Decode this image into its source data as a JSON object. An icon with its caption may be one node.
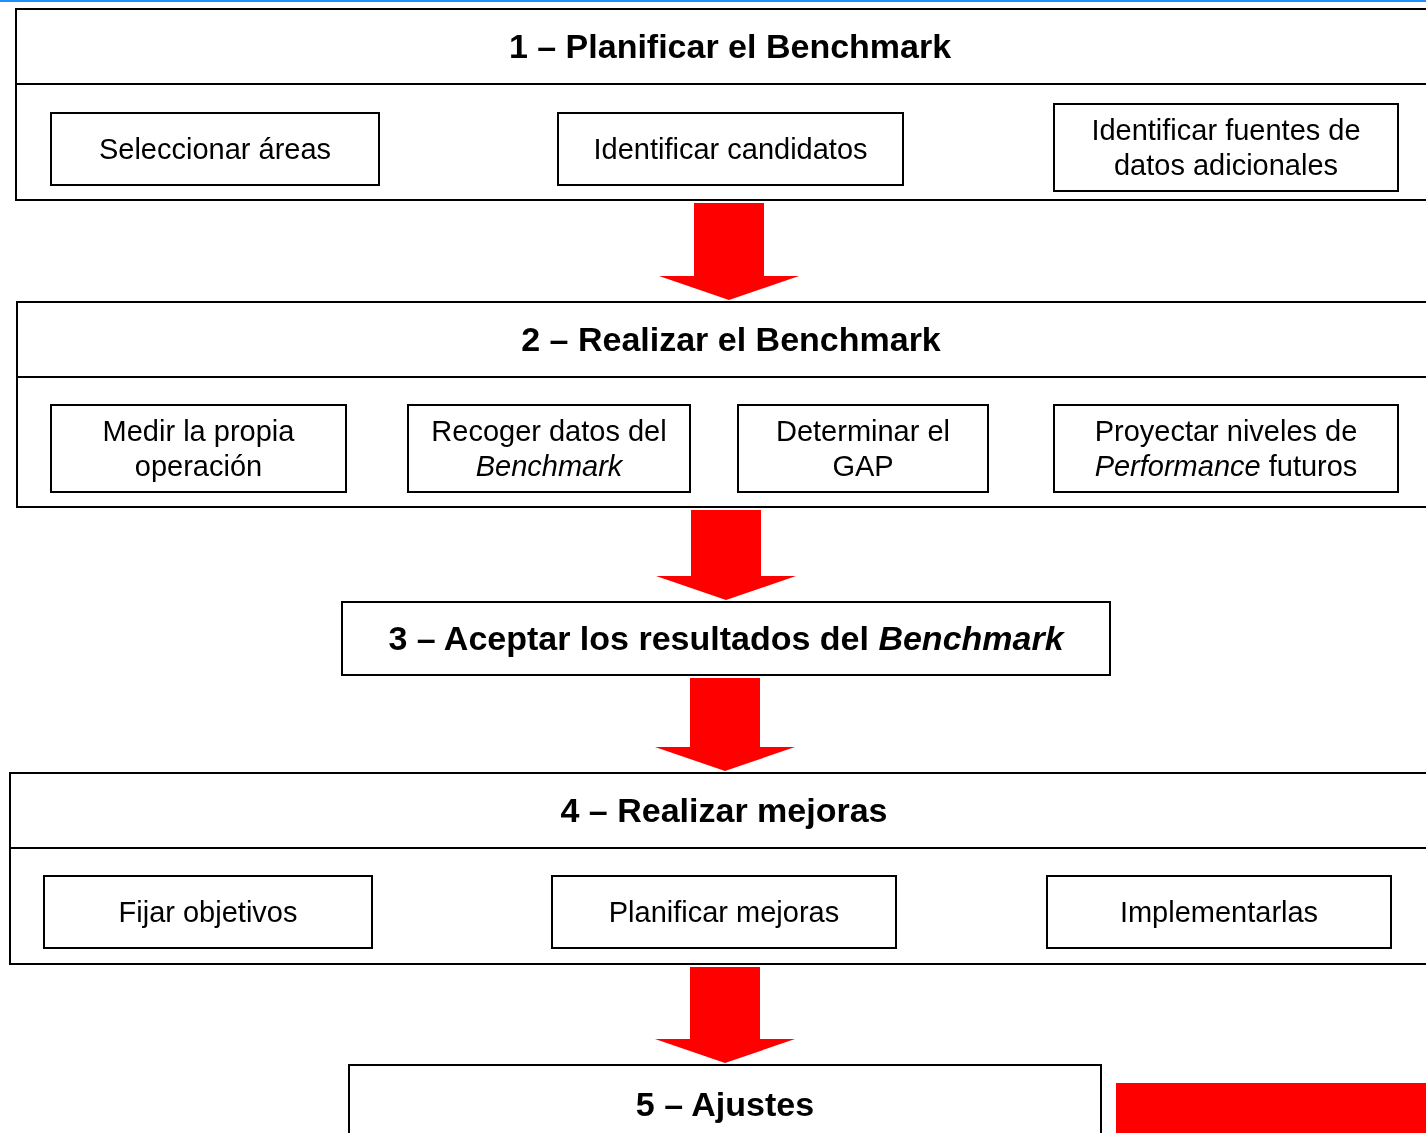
{
  "diagram": {
    "nodes": [
      {
        "text": [
          "1 – Planificar el Benchmark"
        ]
      },
      {
        "text": [
          "Seleccionar áreas"
        ],
        "in": 0
      },
      {
        "text": [
          "Identificar candidatos"
        ],
        "in": 0
      },
      {
        "text": [
          "Identificar fuentes de datos adicionales"
        ],
        "in": 0
      },
      {
        "text": [
          "2 – Realizar el Benchmark"
        ]
      },
      {
        "text": [
          "Medir la propia operación"
        ],
        "in": 4
      },
      {
        "text": [
          "Recoger datos del *Benchmark*"
        ],
        "in": 4
      },
      {
        "text": [
          "Determinar el GAP"
        ],
        "in": 4
      },
      {
        "text": [
          "Proyectar niveles de *Performance* futuros"
        ],
        "in": 4
      },
      {
        "text": [
          "3 – Aceptar los resultados del *Benchmark*"
        ]
      },
      {
        "text": [
          "4 – Realizar mejoras"
        ]
      },
      {
        "text": [
          "Fijar objetivos"
        ],
        "in": 10
      },
      {
        "text": [
          "Planificar mejoras"
        ],
        "in": 10
      },
      {
        "text": [
          "Implementarlas"
        ],
        "in": 10
      },
      {
        "text": [
          "5 – Ajustes"
        ]
      },
      {
        "text": [],
        "shape": "box"
      }
    ],
    "edges": [
      {
        "from": 0,
        "to": 4,
        "arrow": "to"
      },
      {
        "from": 4,
        "to": 9,
        "arrow": "to"
      },
      {
        "from": 9,
        "to": 10,
        "arrow": "to"
      },
      {
        "from": 10,
        "to": 14,
        "arrow": "to"
      }
    ]
  }
}
